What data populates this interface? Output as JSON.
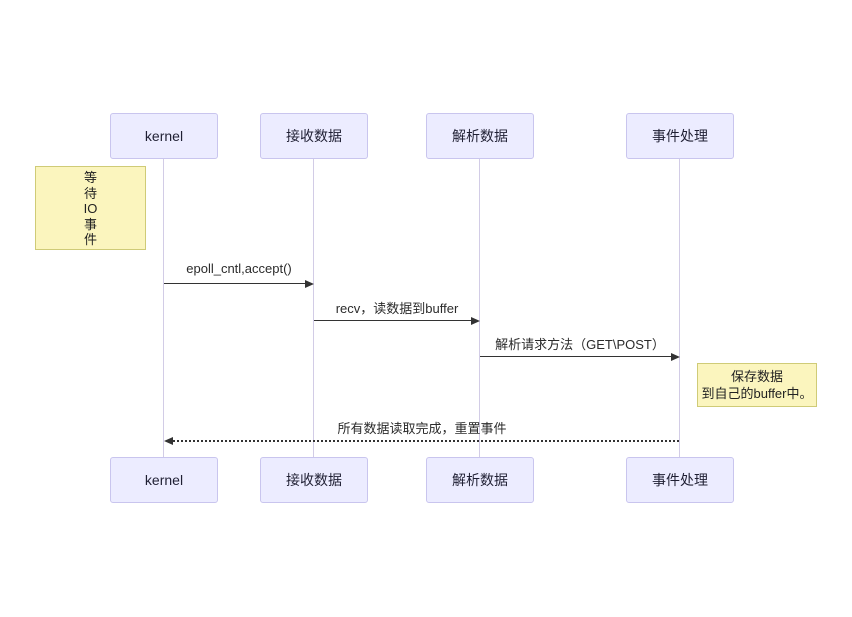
{
  "diagram": {
    "type": "sequence-diagram",
    "colors": {
      "background": "#ffffff",
      "actor_fill": "#ECECFF",
      "actor_border": "#c9c5ee",
      "lifeline": "#d2cce6",
      "note_fill": "#FBF5BE",
      "note_border": "#CFCB77",
      "arrow": "#333333",
      "text": "#2b2b2b"
    },
    "actors": [
      {
        "name": "kernel"
      },
      {
        "name": "接收数据"
      },
      {
        "name": "解析数据"
      },
      {
        "name": "事件处理"
      }
    ],
    "notes": [
      {
        "position": "left of kernel",
        "text": "等待IO事件",
        "lines": [
          "等",
          "待",
          "IO",
          "事",
          "件"
        ]
      },
      {
        "position": "right of 事件处理",
        "text": "保存数据 到自己的buffer中。",
        "lines": [
          "保存数据",
          "到自己的buffer中。"
        ]
      }
    ],
    "messages": [
      {
        "from": "kernel",
        "to": "接收数据",
        "label": "epoll_cntl,accept()",
        "line": "solid"
      },
      {
        "from": "接收数据",
        "to": "解析数据",
        "label": "recv，读数据到buffer",
        "line": "solid"
      },
      {
        "from": "解析数据",
        "to": "事件处理",
        "label": "解析请求方法（GET\\POST）",
        "line": "solid"
      },
      {
        "from": "事件处理",
        "to": "kernel",
        "label": "所有数据读取完成，重置事件",
        "line": "dotted"
      }
    ]
  }
}
